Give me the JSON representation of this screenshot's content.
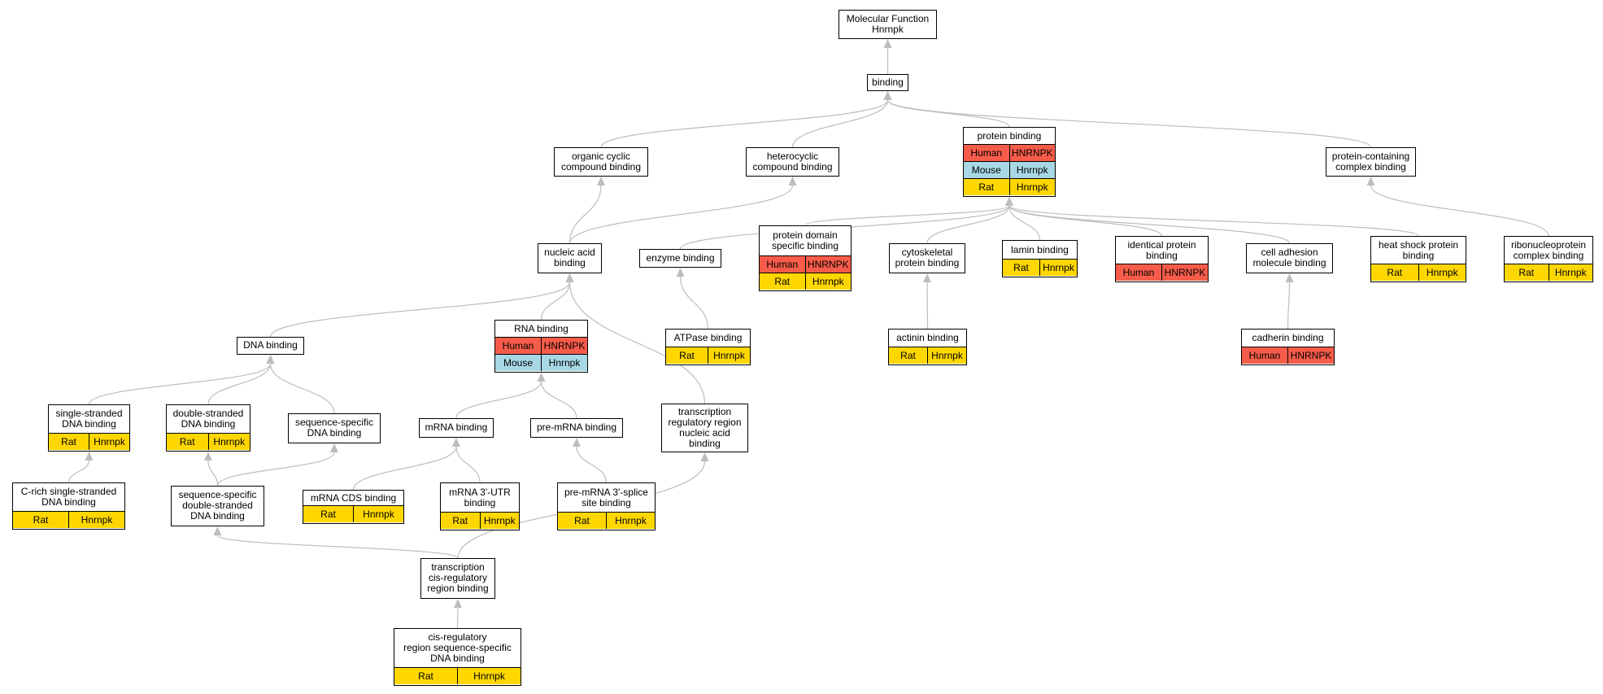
{
  "diagram": {
    "colors": {
      "edge": "#bdbdbd",
      "human": "#f75c4a",
      "mouse": "#a8d8e6",
      "rat": "#ffd700"
    },
    "nodes": {
      "root": {
        "title": "Molecular Function\nHnrnpk",
        "rows": []
      },
      "binding": {
        "title": "binding",
        "rows": []
      },
      "organic_cyclic": {
        "title": "organic cyclic\ncompound binding",
        "rows": []
      },
      "heterocyclic": {
        "title": "heterocyclic\ncompound binding",
        "rows": []
      },
      "protein_binding": {
        "title": "protein binding",
        "rows": [
          {
            "species": "Human",
            "gene": "HNRNPK"
          },
          {
            "species": "Mouse",
            "gene": "Hnrnpk"
          },
          {
            "species": "Rat",
            "gene": "Hnrnpk"
          }
        ]
      },
      "protein_containing": {
        "title": "protein-containing\ncomplex binding",
        "rows": []
      },
      "nucleic_acid": {
        "title": "nucleic acid\nbinding",
        "rows": []
      },
      "enzyme": {
        "title": "enzyme binding",
        "rows": []
      },
      "protein_domain": {
        "title": "protein domain\nspecific binding",
        "rows": [
          {
            "species": "Human",
            "gene": "HNRNPK"
          },
          {
            "species": "Rat",
            "gene": "Hnrnpk"
          }
        ]
      },
      "cytoskeletal": {
        "title": "cytoskeletal\nprotein binding",
        "rows": []
      },
      "lamin": {
        "title": "lamin binding",
        "rows": [
          {
            "species": "Rat",
            "gene": "Hnrnpk"
          }
        ]
      },
      "identical_protein": {
        "title": "identical protein\nbinding",
        "rows": [
          {
            "species": "Human",
            "gene": "HNRNPK"
          }
        ]
      },
      "cell_adhesion": {
        "title": "cell adhesion\nmolecule binding",
        "rows": []
      },
      "heat_shock": {
        "title": "heat shock protein\nbinding",
        "rows": [
          {
            "species": "Rat",
            "gene": "Hnrnpk"
          }
        ]
      },
      "ribonucleoprotein": {
        "title": "ribonucleoprotein\ncomplex binding",
        "rows": [
          {
            "species": "Rat",
            "gene": "Hnrnpk"
          }
        ]
      },
      "dna_binding": {
        "title": "DNA binding",
        "rows": []
      },
      "rna_binding": {
        "title": "RNA binding",
        "rows": [
          {
            "species": "Human",
            "gene": "HNRNPK"
          },
          {
            "species": "Mouse",
            "gene": "Hnrnpk"
          }
        ]
      },
      "atpase": {
        "title": "ATPase binding",
        "rows": [
          {
            "species": "Rat",
            "gene": "Hnrnpk"
          }
        ]
      },
      "actinin": {
        "title": "actinin binding",
        "rows": [
          {
            "species": "Rat",
            "gene": "Hnrnpk"
          }
        ]
      },
      "cadherin": {
        "title": "cadherin binding",
        "rows": [
          {
            "species": "Human",
            "gene": "HNRNPK"
          }
        ]
      },
      "single_stranded": {
        "title": "single-stranded\nDNA binding",
        "rows": [
          {
            "species": "Rat",
            "gene": "Hnrnpk"
          }
        ]
      },
      "double_stranded": {
        "title": "double-stranded\nDNA binding",
        "rows": [
          {
            "species": "Rat",
            "gene": "Hnrnpk"
          }
        ]
      },
      "sequence_specific": {
        "title": "sequence-specific\nDNA binding",
        "rows": []
      },
      "mrna_binding": {
        "title": "mRNA binding",
        "rows": []
      },
      "pre_mrna": {
        "title": "pre-mRNA binding",
        "rows": []
      },
      "transcription_regulatory": {
        "title": "transcription\nregulatory region\nnucleic acid\nbinding",
        "rows": []
      },
      "c_rich": {
        "title": "C-rich single-stranded\nDNA binding",
        "rows": [
          {
            "species": "Rat",
            "gene": "Hnrnpk"
          }
        ]
      },
      "seq_specific_ds": {
        "title": "sequence-specific\ndouble-stranded\nDNA binding",
        "rows": []
      },
      "mrna_cds": {
        "title": "mRNA CDS binding",
        "rows": [
          {
            "species": "Rat",
            "gene": "Hnrnpk"
          }
        ]
      },
      "mrna_3utr": {
        "title": "mRNA 3'-UTR\nbinding",
        "rows": [
          {
            "species": "Rat",
            "gene": "Hnrnpk"
          }
        ]
      },
      "pre_mrna_3splice": {
        "title": "pre-mRNA 3'-splice\nsite binding",
        "rows": [
          {
            "species": "Rat",
            "gene": "Hnrnpk"
          }
        ]
      },
      "transcription_cis": {
        "title": "transcription\ncis-regulatory\nregion binding",
        "rows": []
      },
      "cis_regulatory": {
        "title": "cis-regulatory\nregion sequence-specific\nDNA binding",
        "rows": [
          {
            "species": "Rat",
            "gene": "Hnrnpk"
          }
        ]
      }
    },
    "edges": [
      {
        "from": "binding",
        "to": "root"
      },
      {
        "from": "organic_cyclic",
        "to": "binding"
      },
      {
        "from": "heterocyclic",
        "to": "binding"
      },
      {
        "from": "protein_binding",
        "to": "binding"
      },
      {
        "from": "protein_containing",
        "to": "binding"
      },
      {
        "from": "nucleic_acid",
        "to": "organic_cyclic"
      },
      {
        "from": "nucleic_acid",
        "to": "heterocyclic"
      },
      {
        "from": "enzyme",
        "to": "protein_binding"
      },
      {
        "from": "protein_domain",
        "to": "protein_binding"
      },
      {
        "from": "cytoskeletal",
        "to": "protein_binding"
      },
      {
        "from": "lamin",
        "to": "protein_binding"
      },
      {
        "from": "identical_protein",
        "to": "protein_binding"
      },
      {
        "from": "cell_adhesion",
        "to": "protein_binding"
      },
      {
        "from": "heat_shock",
        "to": "protein_binding"
      },
      {
        "from": "ribonucleoprotein",
        "to": "protein_containing"
      },
      {
        "from": "dna_binding",
        "to": "nucleic_acid"
      },
      {
        "from": "rna_binding",
        "to": "nucleic_acid"
      },
      {
        "from": "transcription_regulatory",
        "to": "nucleic_acid"
      },
      {
        "from": "atpase",
        "to": "enzyme"
      },
      {
        "from": "actinin",
        "to": "cytoskeletal"
      },
      {
        "from": "cadherin",
        "to": "cell_adhesion"
      },
      {
        "from": "single_stranded",
        "to": "dna_binding"
      },
      {
        "from": "double_stranded",
        "to": "dna_binding"
      },
      {
        "from": "sequence_specific",
        "to": "dna_binding"
      },
      {
        "from": "mrna_binding",
        "to": "rna_binding"
      },
      {
        "from": "pre_mrna",
        "to": "rna_binding"
      },
      {
        "from": "c_rich",
        "to": "single_stranded"
      },
      {
        "from": "seq_specific_ds",
        "to": "double_stranded"
      },
      {
        "from": "seq_specific_ds",
        "to": "sequence_specific"
      },
      {
        "from": "mrna_cds",
        "to": "mrna_binding"
      },
      {
        "from": "mrna_3utr",
        "to": "mrna_binding"
      },
      {
        "from": "pre_mrna_3splice",
        "to": "pre_mrna"
      },
      {
        "from": "transcription_cis",
        "to": "seq_specific_ds"
      },
      {
        "from": "transcription_cis",
        "to": "transcription_regulatory"
      },
      {
        "from": "cis_regulatory",
        "to": "transcription_cis"
      }
    ]
  }
}
